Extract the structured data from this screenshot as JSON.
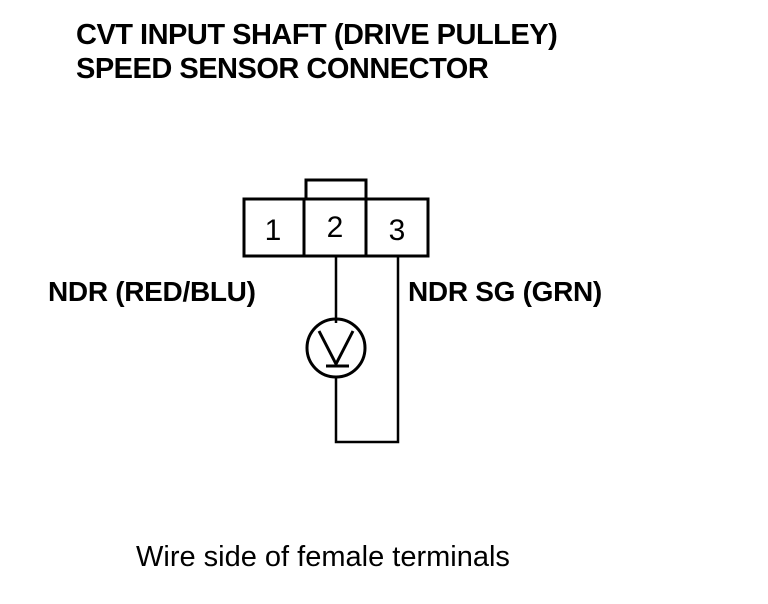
{
  "title": {
    "line1": "CVT INPUT SHAFT (DRIVE PULLEY)",
    "line2": "SPEED SENSOR CONNECTOR"
  },
  "connector": {
    "terminals": [
      "1",
      "2",
      "3"
    ]
  },
  "wires": {
    "left_label": "NDR (RED/BLU)",
    "right_label": "NDR SG (GRN)"
  },
  "meter": {
    "icon": "voltmeter-icon",
    "symbol": "V"
  },
  "caption": "Wire side of female terminals",
  "colors": {
    "ink": "#000000",
    "background": "#ffffff"
  }
}
